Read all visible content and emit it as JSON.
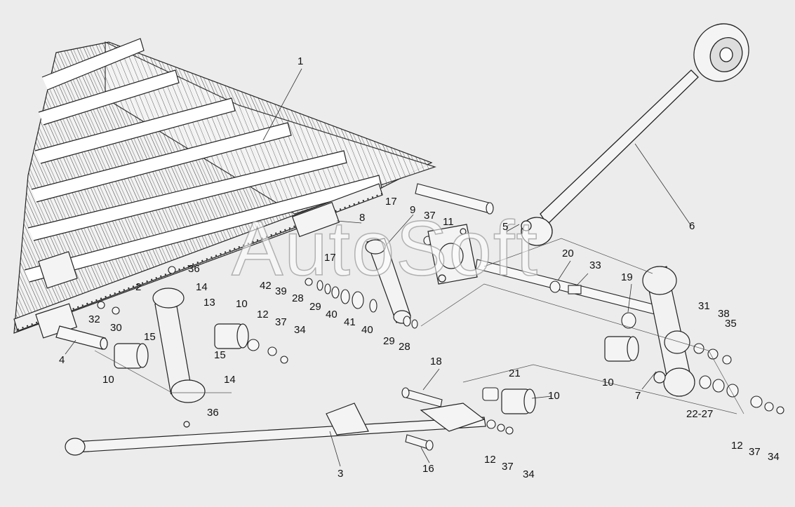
{
  "watermark": "AutoSoft",
  "colors": {
    "background": "#ececec",
    "part_fill": "#f2f2f2",
    "line": "#222222"
  },
  "callouts": [
    {
      "id": "c1",
      "text": "1"
    },
    {
      "id": "c2",
      "text": "2"
    },
    {
      "id": "c3",
      "text": "3"
    },
    {
      "id": "c4",
      "text": "4"
    },
    {
      "id": "c5",
      "text": "5"
    },
    {
      "id": "c6",
      "text": "6"
    },
    {
      "id": "c7",
      "text": "7"
    },
    {
      "id": "c8",
      "text": "8"
    },
    {
      "id": "c9",
      "text": "9"
    },
    {
      "id": "c10a",
      "text": "10"
    },
    {
      "id": "c10b",
      "text": "10"
    },
    {
      "id": "c10c",
      "text": "10"
    },
    {
      "id": "c10d",
      "text": "10"
    },
    {
      "id": "c11",
      "text": "11"
    },
    {
      "id": "c12a",
      "text": "12"
    },
    {
      "id": "c12b",
      "text": "12"
    },
    {
      "id": "c12c",
      "text": "12"
    },
    {
      "id": "c13",
      "text": "13"
    },
    {
      "id": "c14a",
      "text": "14"
    },
    {
      "id": "c14b",
      "text": "14"
    },
    {
      "id": "c15a",
      "text": "15"
    },
    {
      "id": "c15b",
      "text": "15"
    },
    {
      "id": "c16",
      "text": "16"
    },
    {
      "id": "c17a",
      "text": "17"
    },
    {
      "id": "c17b",
      "text": "17"
    },
    {
      "id": "c18",
      "text": "18"
    },
    {
      "id": "c19",
      "text": "19"
    },
    {
      "id": "c20",
      "text": "20"
    },
    {
      "id": "c21",
      "text": "21"
    },
    {
      "id": "c2227",
      "text": "22-27"
    },
    {
      "id": "c28a",
      "text": "28"
    },
    {
      "id": "c28b",
      "text": "28"
    },
    {
      "id": "c29a",
      "text": "29"
    },
    {
      "id": "c29b",
      "text": "29"
    },
    {
      "id": "c30",
      "text": "30"
    },
    {
      "id": "c31",
      "text": "31"
    },
    {
      "id": "c32",
      "text": "32"
    },
    {
      "id": "c33",
      "text": "33"
    },
    {
      "id": "c34a",
      "text": "34"
    },
    {
      "id": "c34b",
      "text": "34"
    },
    {
      "id": "c34c",
      "text": "34"
    },
    {
      "id": "c35",
      "text": "35"
    },
    {
      "id": "c36a",
      "text": "36"
    },
    {
      "id": "c36b",
      "text": "36"
    },
    {
      "id": "c37a",
      "text": "37"
    },
    {
      "id": "c37b",
      "text": "37"
    },
    {
      "id": "c37c",
      "text": "37"
    },
    {
      "id": "c37d",
      "text": "37"
    },
    {
      "id": "c38",
      "text": "38"
    },
    {
      "id": "c39",
      "text": "39"
    },
    {
      "id": "c40a",
      "text": "40"
    },
    {
      "id": "c40b",
      "text": "40"
    },
    {
      "id": "c41",
      "text": "41"
    },
    {
      "id": "c42",
      "text": "42"
    }
  ]
}
